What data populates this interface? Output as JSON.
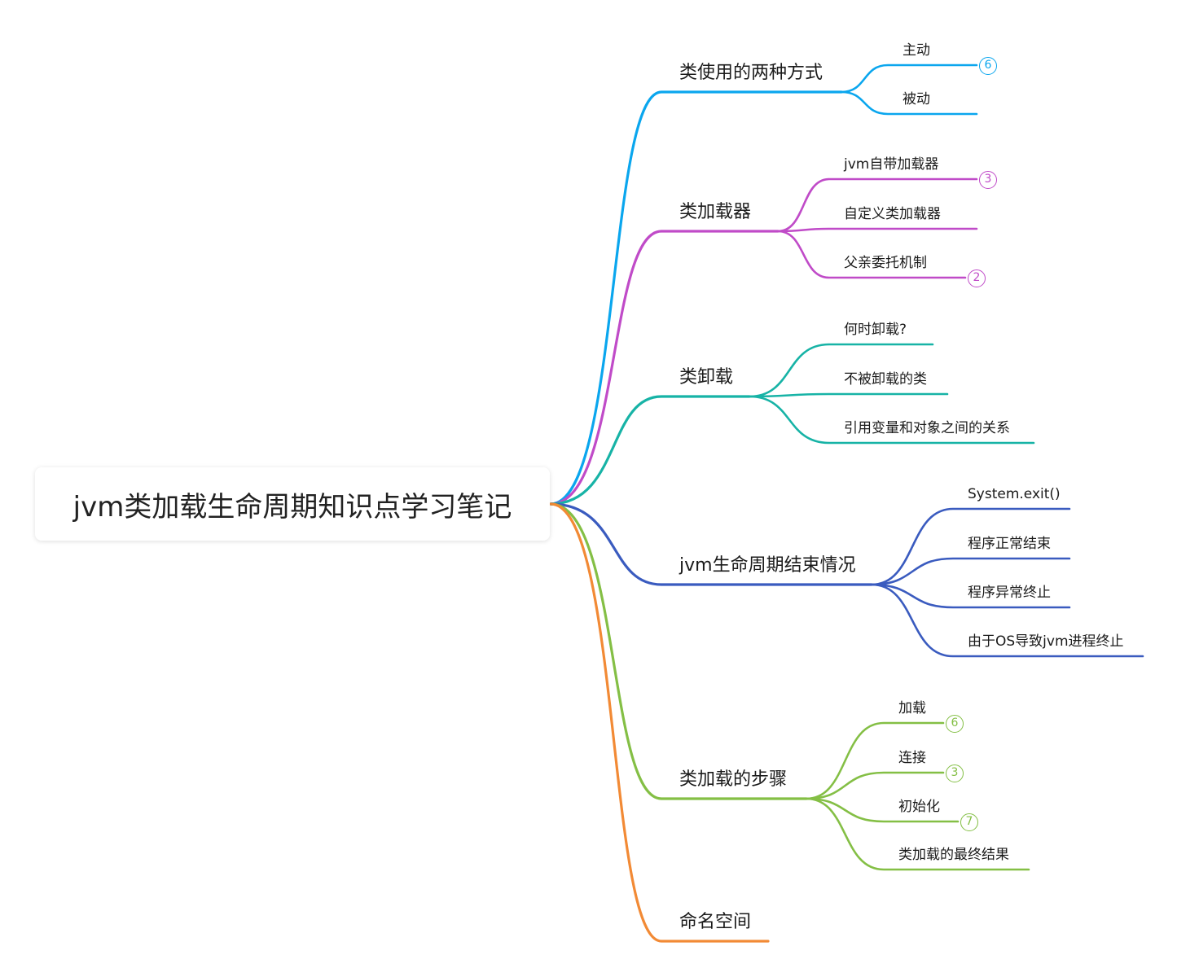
{
  "root": {
    "title": "jvm类加载生命周期知识点学习笔记"
  },
  "branches": [
    {
      "label": "类使用的两种方式",
      "color": "#0AA6EE",
      "children": [
        {
          "label": "主动",
          "count": "6"
        },
        {
          "label": "被动"
        }
      ]
    },
    {
      "label": "类加载器",
      "color": "#C04BC8",
      "children": [
        {
          "label": "jvm自带加载器",
          "count": "3"
        },
        {
          "label": "自定义类加载器"
        },
        {
          "label": "父亲委托机制",
          "count": "2"
        }
      ]
    },
    {
      "label": "类卸载",
      "color": "#17B3A6",
      "children": [
        {
          "label": "何时卸载?"
        },
        {
          "label": "不被卸载的类"
        },
        {
          "label": "引用变量和对象之间的关系"
        }
      ]
    },
    {
      "label": "jvm生命周期结束情况",
      "color": "#3A5BBF",
      "children": [
        {
          "label": "System.exit()"
        },
        {
          "label": "程序正常结束"
        },
        {
          "label": "程序异常终止"
        },
        {
          "label": "由于OS导致jvm进程终止"
        }
      ]
    },
    {
      "label": "类加载的步骤",
      "color": "#84BF45",
      "children": [
        {
          "label": "加载",
          "count": "6"
        },
        {
          "label": "连接",
          "count": "3"
        },
        {
          "label": "初始化",
          "count": "7"
        },
        {
          "label": "类加载的最终结果"
        }
      ]
    },
    {
      "label": "命名空间",
      "color": "#F28A35",
      "children": []
    }
  ]
}
